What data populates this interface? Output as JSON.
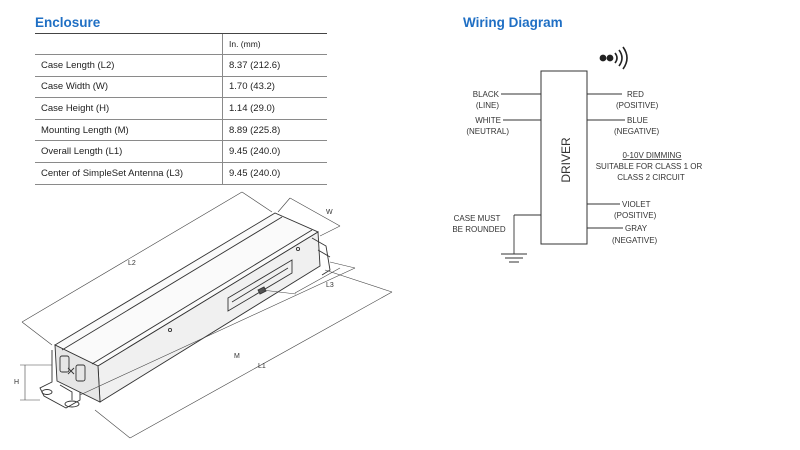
{
  "enclosure": {
    "title": "Enclosure",
    "units_header": "In. (mm)",
    "rows": [
      {
        "label": "Case Length (L2)",
        "value": "8.37 (212.6)"
      },
      {
        "label": "Case Width (W)",
        "value": "1.70 (43.2)"
      },
      {
        "label": "Case Height (H)",
        "value": "1.14 (29.0)"
      },
      {
        "label": "Mounting Length (M)",
        "value": "8.89 (225.8)"
      },
      {
        "label": "Overall Length (L1)",
        "value": "9.45 (240.0)"
      },
      {
        "label": "Center of SimpleSet Antenna (L3)",
        "value": "9.45 (240.0)"
      }
    ]
  },
  "drawing": {
    "dim_l2": "L2",
    "dim_w": "W",
    "dim_l3": "L3",
    "dim_m": "M",
    "dim_l1": "L1",
    "dim_h": "H"
  },
  "wiring": {
    "title": "Wiring Diagram",
    "driver_label": "DRIVER",
    "wireless_icon": "wireless-signal-icon",
    "left_wires": [
      {
        "name": "BLACK",
        "desc": "(LINE)"
      },
      {
        "name": "WHITE",
        "desc": "(NEUTRAL)"
      }
    ],
    "right_wires": [
      {
        "name": "RED",
        "desc": "(POSITIVE)"
      },
      {
        "name": "BLUE",
        "desc": "(NEGATIVE)"
      },
      {
        "name": "VIOLET",
        "desc": "(POSITIVE)"
      },
      {
        "name": "GRAY",
        "desc": "(NEGATIVE)"
      }
    ],
    "dimming_title": "0-10V DIMMING",
    "dimming_line1": "SUITABLE FOR CLASS 1 OR",
    "dimming_line2": "CLASS 2 CIRCUIT",
    "case_line1": "CASE MUST",
    "case_line2": "BE ROUNDED",
    "ground_icon": "ground-symbol-icon"
  },
  "colors": {
    "title_blue": "#1f6fc4",
    "line_dark": "#333333"
  }
}
